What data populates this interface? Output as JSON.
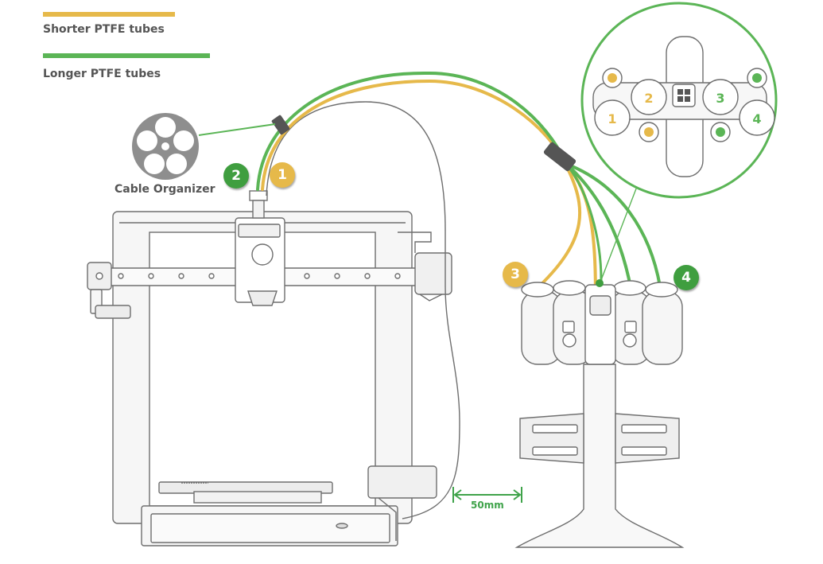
{
  "legend": [
    {
      "label": "Shorter PTFE tubes",
      "color": "#e6b94a"
    },
    {
      "label": "Longer PTFE tubes",
      "color": "#5bb556"
    }
  ],
  "labels": {
    "cable_organizer": "Cable Organizer",
    "distance": "50mm"
  },
  "badges": [
    {
      "number": "1",
      "color": "#e6b94a"
    },
    {
      "number": "2",
      "color": "#3f9e3f"
    },
    {
      "number": "3",
      "color": "#e6b94a"
    },
    {
      "number": "4",
      "color": "#3f9e3f"
    }
  ],
  "inset": {
    "slot_numbers": [
      "1",
      "2",
      "3",
      "4"
    ]
  },
  "colors": {
    "outline": "#6e6e6e",
    "frame_fill": "#f6f6f6",
    "tube_short": "#e6b94a",
    "tube_long": "#5bb556",
    "measure": "#3fa34a",
    "inset_ring": "#5bb556"
  }
}
